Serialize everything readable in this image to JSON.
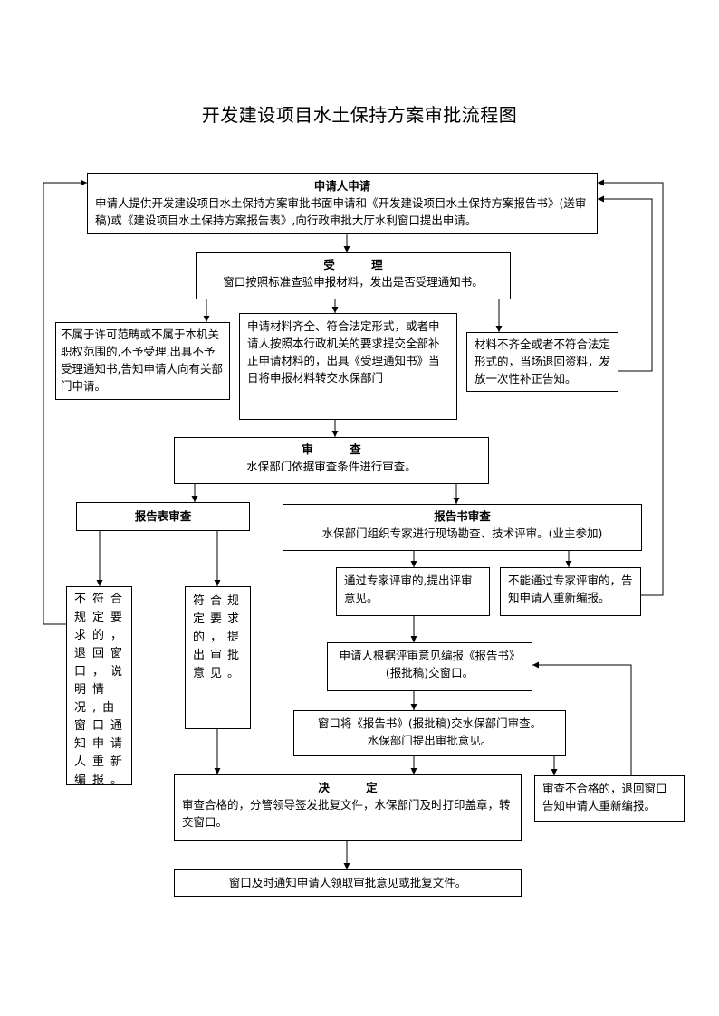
{
  "page": {
    "title": "开发建设项目水土保持方案审批流程图"
  },
  "apply": {
    "title": "申请人申请",
    "text": "申请人提供开发建设项目水土保持方案审批书面申请和《开发建设项目水土保持方案报告书》(送审稿)或《建设项目水土保持方案报告表》,向行政审批大厅水利窗口提出申请。"
  },
  "accept": {
    "title": "受 理",
    "text": "窗口按照标准查验申报材料，发出是否受理通知书。"
  },
  "not_accept": {
    "text": "不属于许可范畴或不属于本机关职权范围的,不予受理,出具不予受理通知书,告知申请人向有关部门申请。"
  },
  "complete": {
    "text": "申请材料齐全、符合法定形式，或者申请人按照本行政机关的要求提交全部补正申请材料的，出具《受理通知书》当日将申报材料转交水保部门"
  },
  "incomplete": {
    "text": "材料不齐全或者不符合法定形式的，当场退回资料，发放一次性补正告知。"
  },
  "review": {
    "title": "审 查",
    "text": "水保部门依据审查条件进行审查。"
  },
  "report_table": {
    "title": "报告表审查"
  },
  "report_book": {
    "title": "报告书审查",
    "text": "水保部门组织专家进行现场勘查、技术评审。(业主参加)"
  },
  "expert_pass": {
    "text": "通过专家评审的,提出评审意见。"
  },
  "expert_fail": {
    "text": "不能通过专家评审的，告知申请人重新编报。"
  },
  "table_fail": {
    "text": "不符合规定要求的，退回窗口，说明情况,由窗口通知申请人重新编报。"
  },
  "table_pass": {
    "text": "符合规定要求的，提出审批意见。"
  },
  "revise": {
    "text": "申请人根据评审意见编报《报告书》(报批稿)交窗口。"
  },
  "forward": {
    "line1": "窗口将《报告书》(报批稿)交水保部门审查。",
    "line2": "水保部门提出审批意见。"
  },
  "decision": {
    "title": "决 定",
    "text": "审查合格的，分管领导签发批复文件，水保部门及时打印盖章，转交窗口。"
  },
  "decision_fail": {
    "text": "审查不合格的，退回窗口告知申请人重新编报。"
  },
  "notify": {
    "text": "窗口及时通知申请人领取审批意见或批复文件。"
  }
}
